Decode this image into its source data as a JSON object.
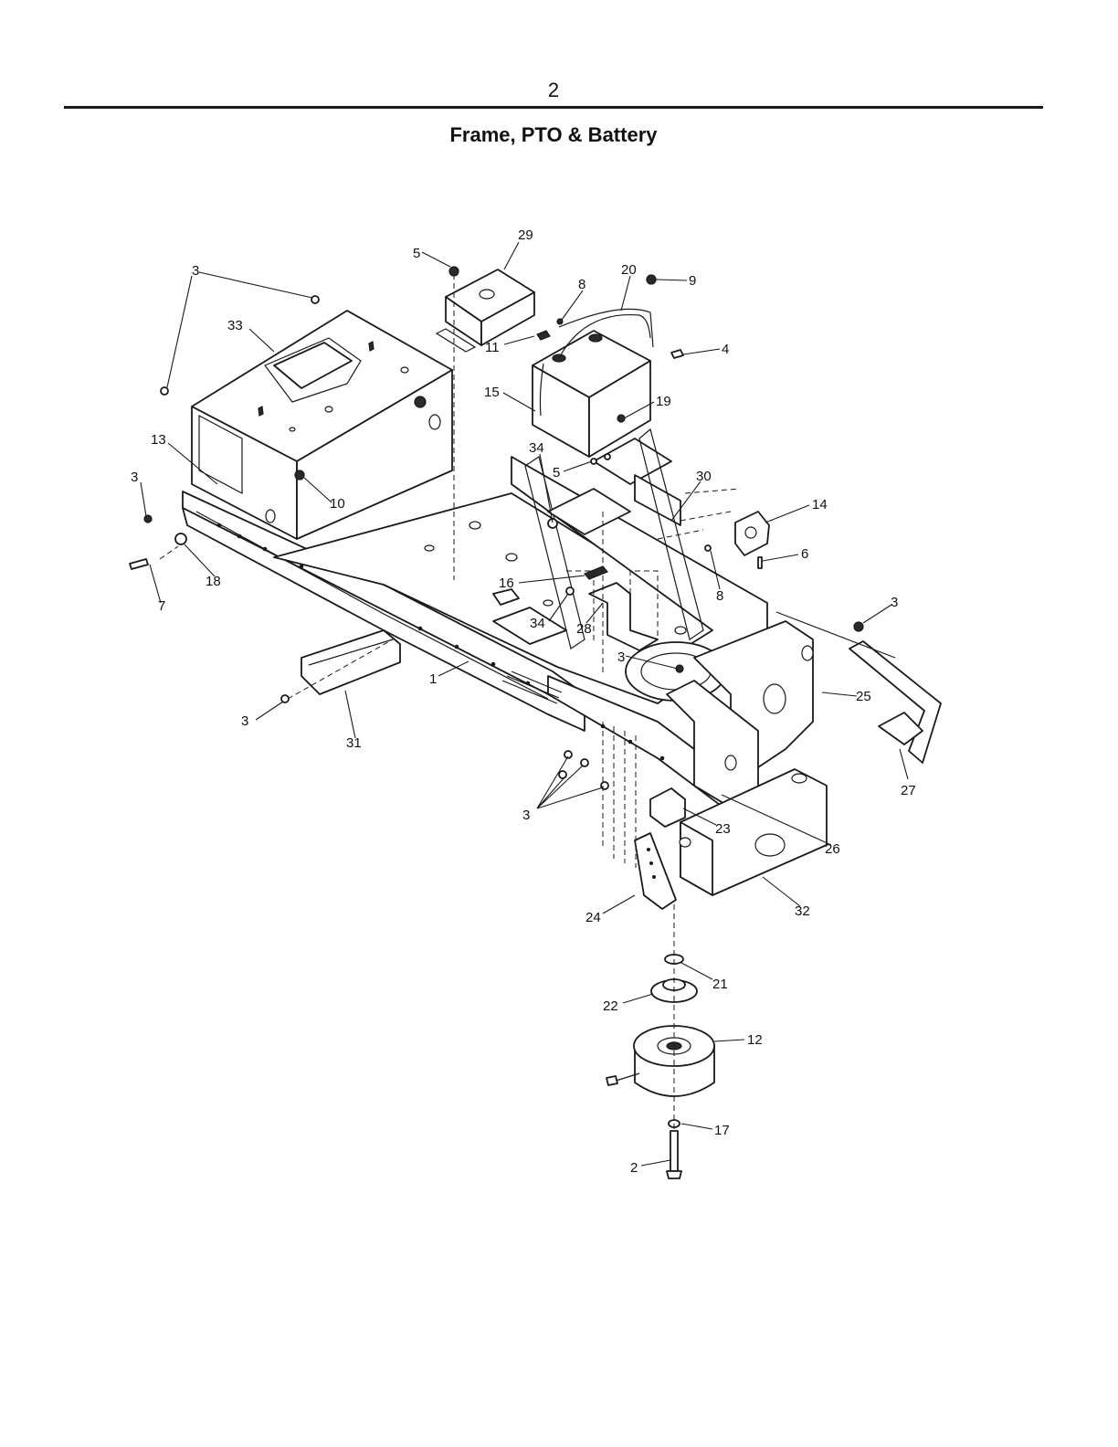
{
  "page": {
    "number": "2",
    "title": "Frame, PTO & Battery"
  },
  "diagram": {
    "callouts": {
      "c1": "1",
      "c2": "2",
      "c3a": "3",
      "c3b": "3",
      "c3c": "3",
      "c3d": "3",
      "c3e": "3",
      "c3f": "3",
      "c4": "4",
      "c5a": "5",
      "c5b": "5",
      "c6": "6",
      "c7": "7",
      "c8a": "8",
      "c8b": "8",
      "c9": "9",
      "c10": "10",
      "c11": "11",
      "c12": "12",
      "c13": "13",
      "c14": "14",
      "c15": "15",
      "c16": "16",
      "c17": "17",
      "c18": "18",
      "c19": "19",
      "c20": "20",
      "c21": "21",
      "c22": "22",
      "c23": "23",
      "c24": "24",
      "c25": "25",
      "c26": "26",
      "c27": "27",
      "c28": "28",
      "c29": "29",
      "c30": "30",
      "c31": "31",
      "c32": "32",
      "c33": "33",
      "c34a": "34",
      "c34b": "34"
    }
  }
}
